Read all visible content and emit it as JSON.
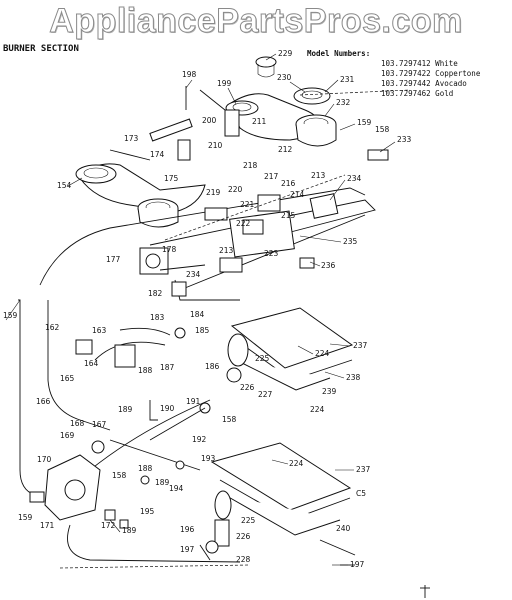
{
  "watermark": "AppliancePartsPros.com",
  "section_title": "BURNER SECTION",
  "models": {
    "header": "Model Numbers:",
    "rows": [
      "103.7297412 White",
      "103.7297422 Coppertone",
      "103.7297442 Avocado",
      "103.7297462 Gold"
    ]
  },
  "part_labels": [
    "229",
    "198",
    "199",
    "230",
    "231",
    "232",
    "200",
    "211",
    "159",
    "158",
    "173",
    "212",
    "233",
    "210",
    "174",
    "218",
    "217",
    "216",
    "154",
    "175",
    "234",
    "220",
    "219",
    "221",
    "214",
    "213",
    "215",
    "222",
    "223",
    "235",
    "178",
    "177",
    "213",
    "234",
    "236",
    "182",
    "159",
    "237",
    "184",
    "183",
    "185",
    "224",
    "163",
    "162",
    "225",
    "238",
    "164",
    "165",
    "186",
    "187",
    "188",
    "226",
    "227",
    "239",
    "224",
    "168",
    "169",
    "189",
    "190",
    "167",
    "166",
    "158",
    "191",
    "170",
    "192",
    "158",
    "193",
    "188",
    "194",
    "224",
    "237",
    "189",
    "189",
    "159",
    "171",
    "172",
    "195",
    "196",
    "225",
    "226",
    "240",
    "197",
    "228",
    "197",
    "C5"
  ]
}
